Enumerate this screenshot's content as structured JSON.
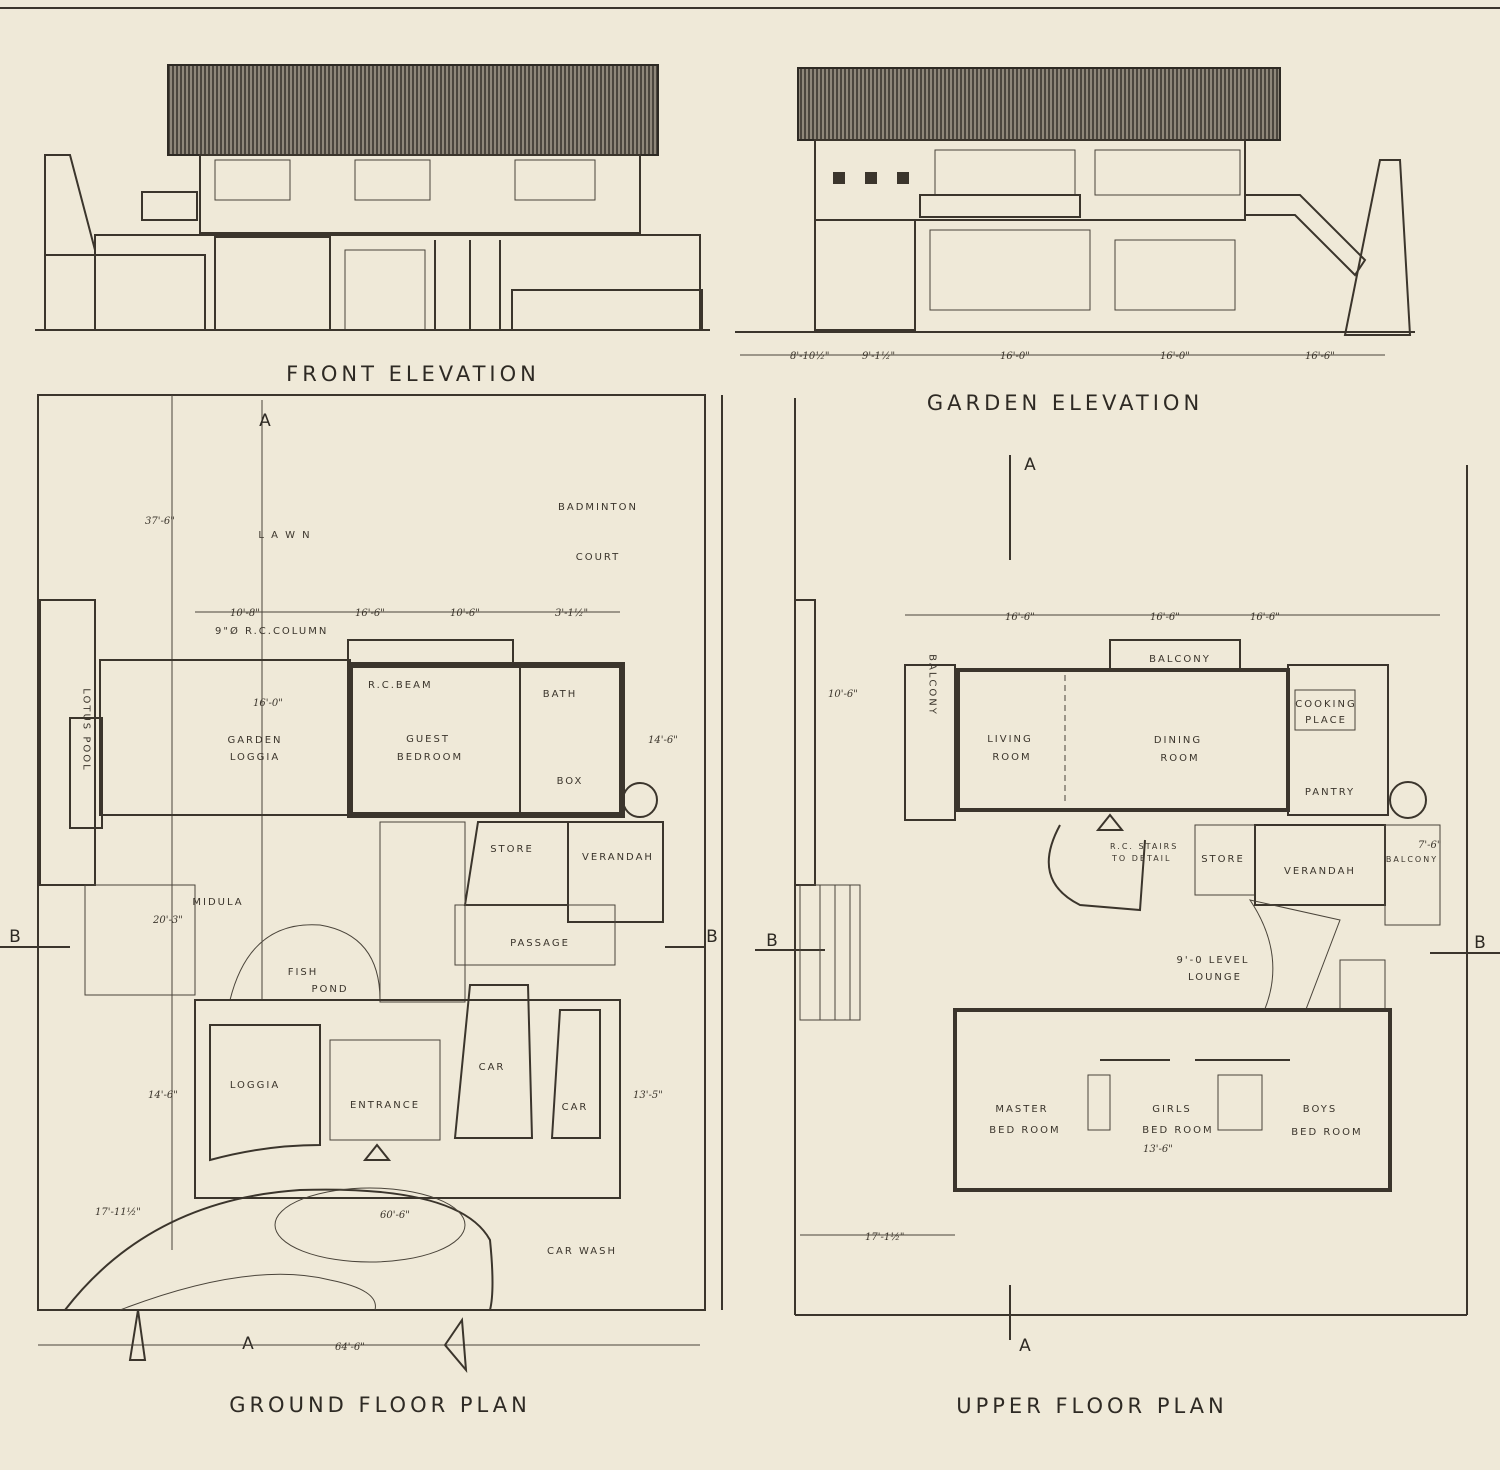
{
  "titles": {
    "front_elevation": "FRONT ELEVATION",
    "garden_elevation": "GARDEN ELEVATION",
    "ground_floor_plan": "GROUND FLOOR PLAN",
    "upper_floor_plan": "UPPER FLOOR PLAN"
  },
  "section_marks": {
    "a": "A",
    "b": "B"
  },
  "garden_elevation_dims": [
    "8'-10½\"",
    "9'-1½\"",
    "16'-0\"",
    "16'-0\"",
    "16'-6\""
  ],
  "ground": {
    "lawn": "L A W N",
    "badminton": "BADMINTON",
    "court": "COURT",
    "lawn_dim": "37'-6\"",
    "column": "9\"Ø R.C.COLUMN",
    "beam": "R.C.BEAM",
    "lotus_pool": "LOTUS POOL",
    "garden_loggia_1": "GARDEN",
    "garden_loggia_2": "LOGGIA",
    "guest_1": "GUEST",
    "guest_2": "BEDROOM",
    "bath": "BATH",
    "box": "BOX",
    "store": "STORE",
    "verandah": "VERANDAH",
    "midula": "MIDULA",
    "fish_1": "FISH",
    "fish_2": "POND",
    "passage": "PASSAGE",
    "loggia": "LOGGIA",
    "entrance": "ENTRANCE",
    "car1": "CAR",
    "car2": "CAR",
    "car_wash": "CAR WASH",
    "width_dim": "64'-6\"",
    "dims": [
      "10'-8\"",
      "16'-6\"",
      "10'-6\"",
      "3'-1½\"",
      "16'-0\"",
      "14'-6\"",
      "20'-3\"",
      "13'-5\"",
      "14'-6\"",
      "17'-11½\"",
      "60'-6\""
    ]
  },
  "upper": {
    "balcony_top": "BALCONY",
    "balcony_left": "BALCONY",
    "living_1": "LIVING",
    "living_2": "ROOM",
    "dining_1": "DINING",
    "dining_2": "ROOM",
    "cooking_1": "COOKING",
    "cooking_2": "PLACE",
    "pantry": "PANTRY",
    "stairs_1": "R.C. STAIRS",
    "stairs_2": "TO DETAIL",
    "store": "STORE",
    "verandah": "VERANDAH",
    "balcony_right": "BALCONY",
    "lounge_1": "9'-0 LEVEL",
    "lounge_2": "LOUNGE",
    "master_1": "MASTER",
    "master_2": "BED ROOM",
    "girls_1": "GIRLS",
    "girls_2": "BED ROOM",
    "boys_1": "BOYS",
    "boys_2": "BED ROOM",
    "dims": [
      "10'-6\"",
      "16'-6\"",
      "16'-6\"",
      "16'-6\"",
      "7'-6\"",
      "13'-6\"",
      "17'-1½\""
    ]
  }
}
